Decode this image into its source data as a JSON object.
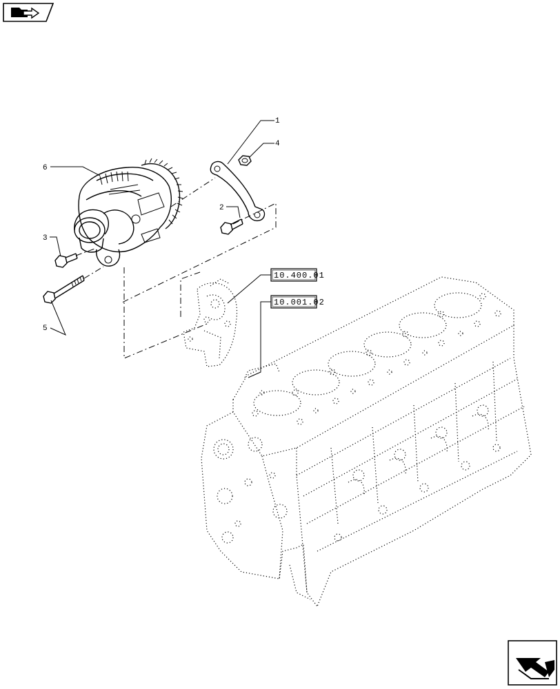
{
  "callouts": {
    "c1": "1",
    "c2": "2",
    "c3": "3",
    "c4": "4",
    "c5": "5",
    "c6": "6"
  },
  "references": {
    "bracket_ref": "10.400.01",
    "block_ref": "10.001.02"
  },
  "icons": {
    "top_left": "folder-arrow-icon",
    "bottom_right": "next-page-arrow-icon"
  }
}
